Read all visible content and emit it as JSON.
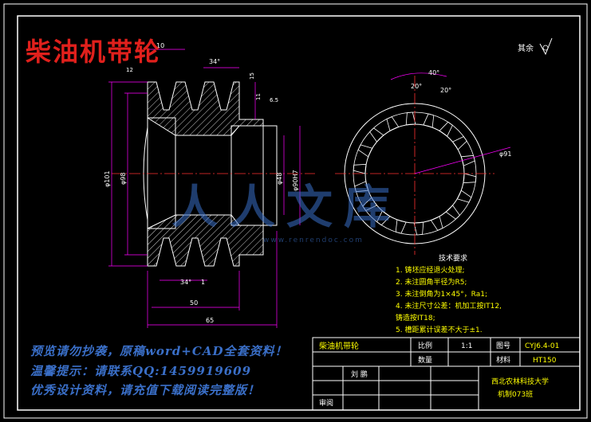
{
  "title": "柴油机带轮",
  "roughness_label": "其余",
  "dimensions": {
    "top_pitch": "10",
    "groove_angle": "34°",
    "d_small_1": "12",
    "d_right_1": "15",
    "d_right_2": "11",
    "d_angle_small": "6.5",
    "left_diameter": "φ101",
    "bore_diameter": "φ98",
    "inner_diameter": "φ48",
    "key_diameter": "φ90H7",
    "bottom_angle": "34°",
    "bottom_small": "1",
    "length_inner": "50",
    "length_total": "65",
    "angle_top": "40°",
    "angle_a": "20°",
    "angle_b": "20°",
    "outer_circle": "φ91"
  },
  "tech_requirements": {
    "heading": "技术要求",
    "items": [
      "1. 铸坯应经退火处理;",
      "2. 未注圆角半径为R5;",
      "3. 未注倒角为1×45°，Ra1;",
      "4. 未注尺寸公差：机加工按IT12,",
      "   铸造按IT18;",
      "5. 槽距累计误差不大于±1."
    ]
  },
  "watermark": {
    "line1": "预览请勿抄袭，原稿word+CAD全套资料！",
    "line2": "温馨提示：请联系QQ:1459919609",
    "line3": "优秀设计资料，请充值下载阅读完整版！",
    "site": "人人文库",
    "site_url": "www.renrendoc.com"
  },
  "title_block": {
    "part_name": "柴油机带轮",
    "scale_label": "比例",
    "scale_value": "1:1",
    "drawing_no_label": "图号",
    "drawing_no_value": "CYJ6.4-01",
    "qty_label": "数量",
    "material_label": "材料",
    "material_value": "HT150",
    "designer": "刘 鹏",
    "review_label": "审阅",
    "school": "西北农林科技大学",
    "class_name": "机制073班"
  },
  "colors": {
    "outline": "#ffffff",
    "hatch": "#ffffff",
    "dimension": "#ff00ff",
    "center": "#ff3030",
    "text_yellow": "#ffff00",
    "title_red": "#e0201c",
    "watermark_blue": "#3a6fc8"
  }
}
